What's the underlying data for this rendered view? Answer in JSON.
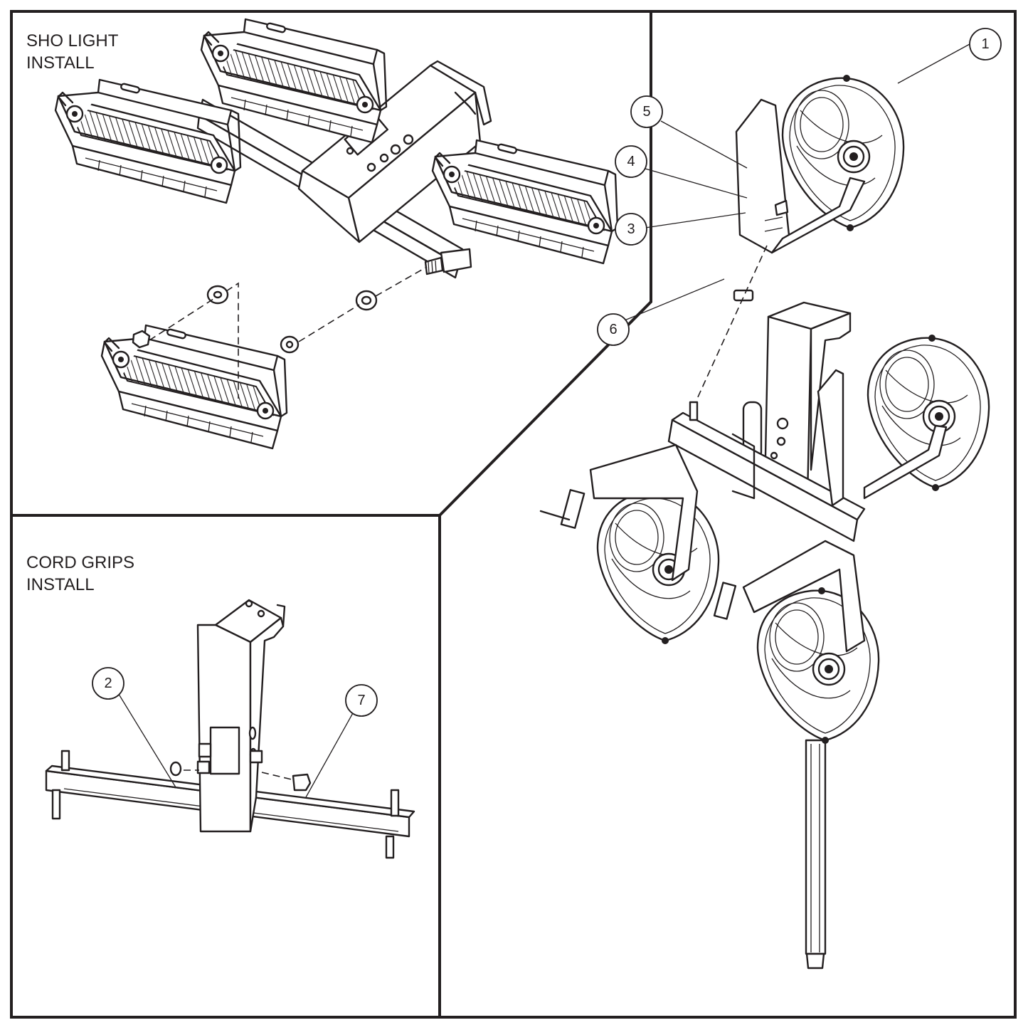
{
  "panels": {
    "sho_light": {
      "title": "SHO LIGHT\nINSTALL"
    },
    "cord_grips": {
      "title": "CORD GRIPS\nINSTALL"
    }
  },
  "callouts": [
    "1",
    "2",
    "3",
    "4",
    "5",
    "6",
    "7"
  ],
  "colors": {
    "line": "#231f20",
    "background": "#ffffff"
  }
}
